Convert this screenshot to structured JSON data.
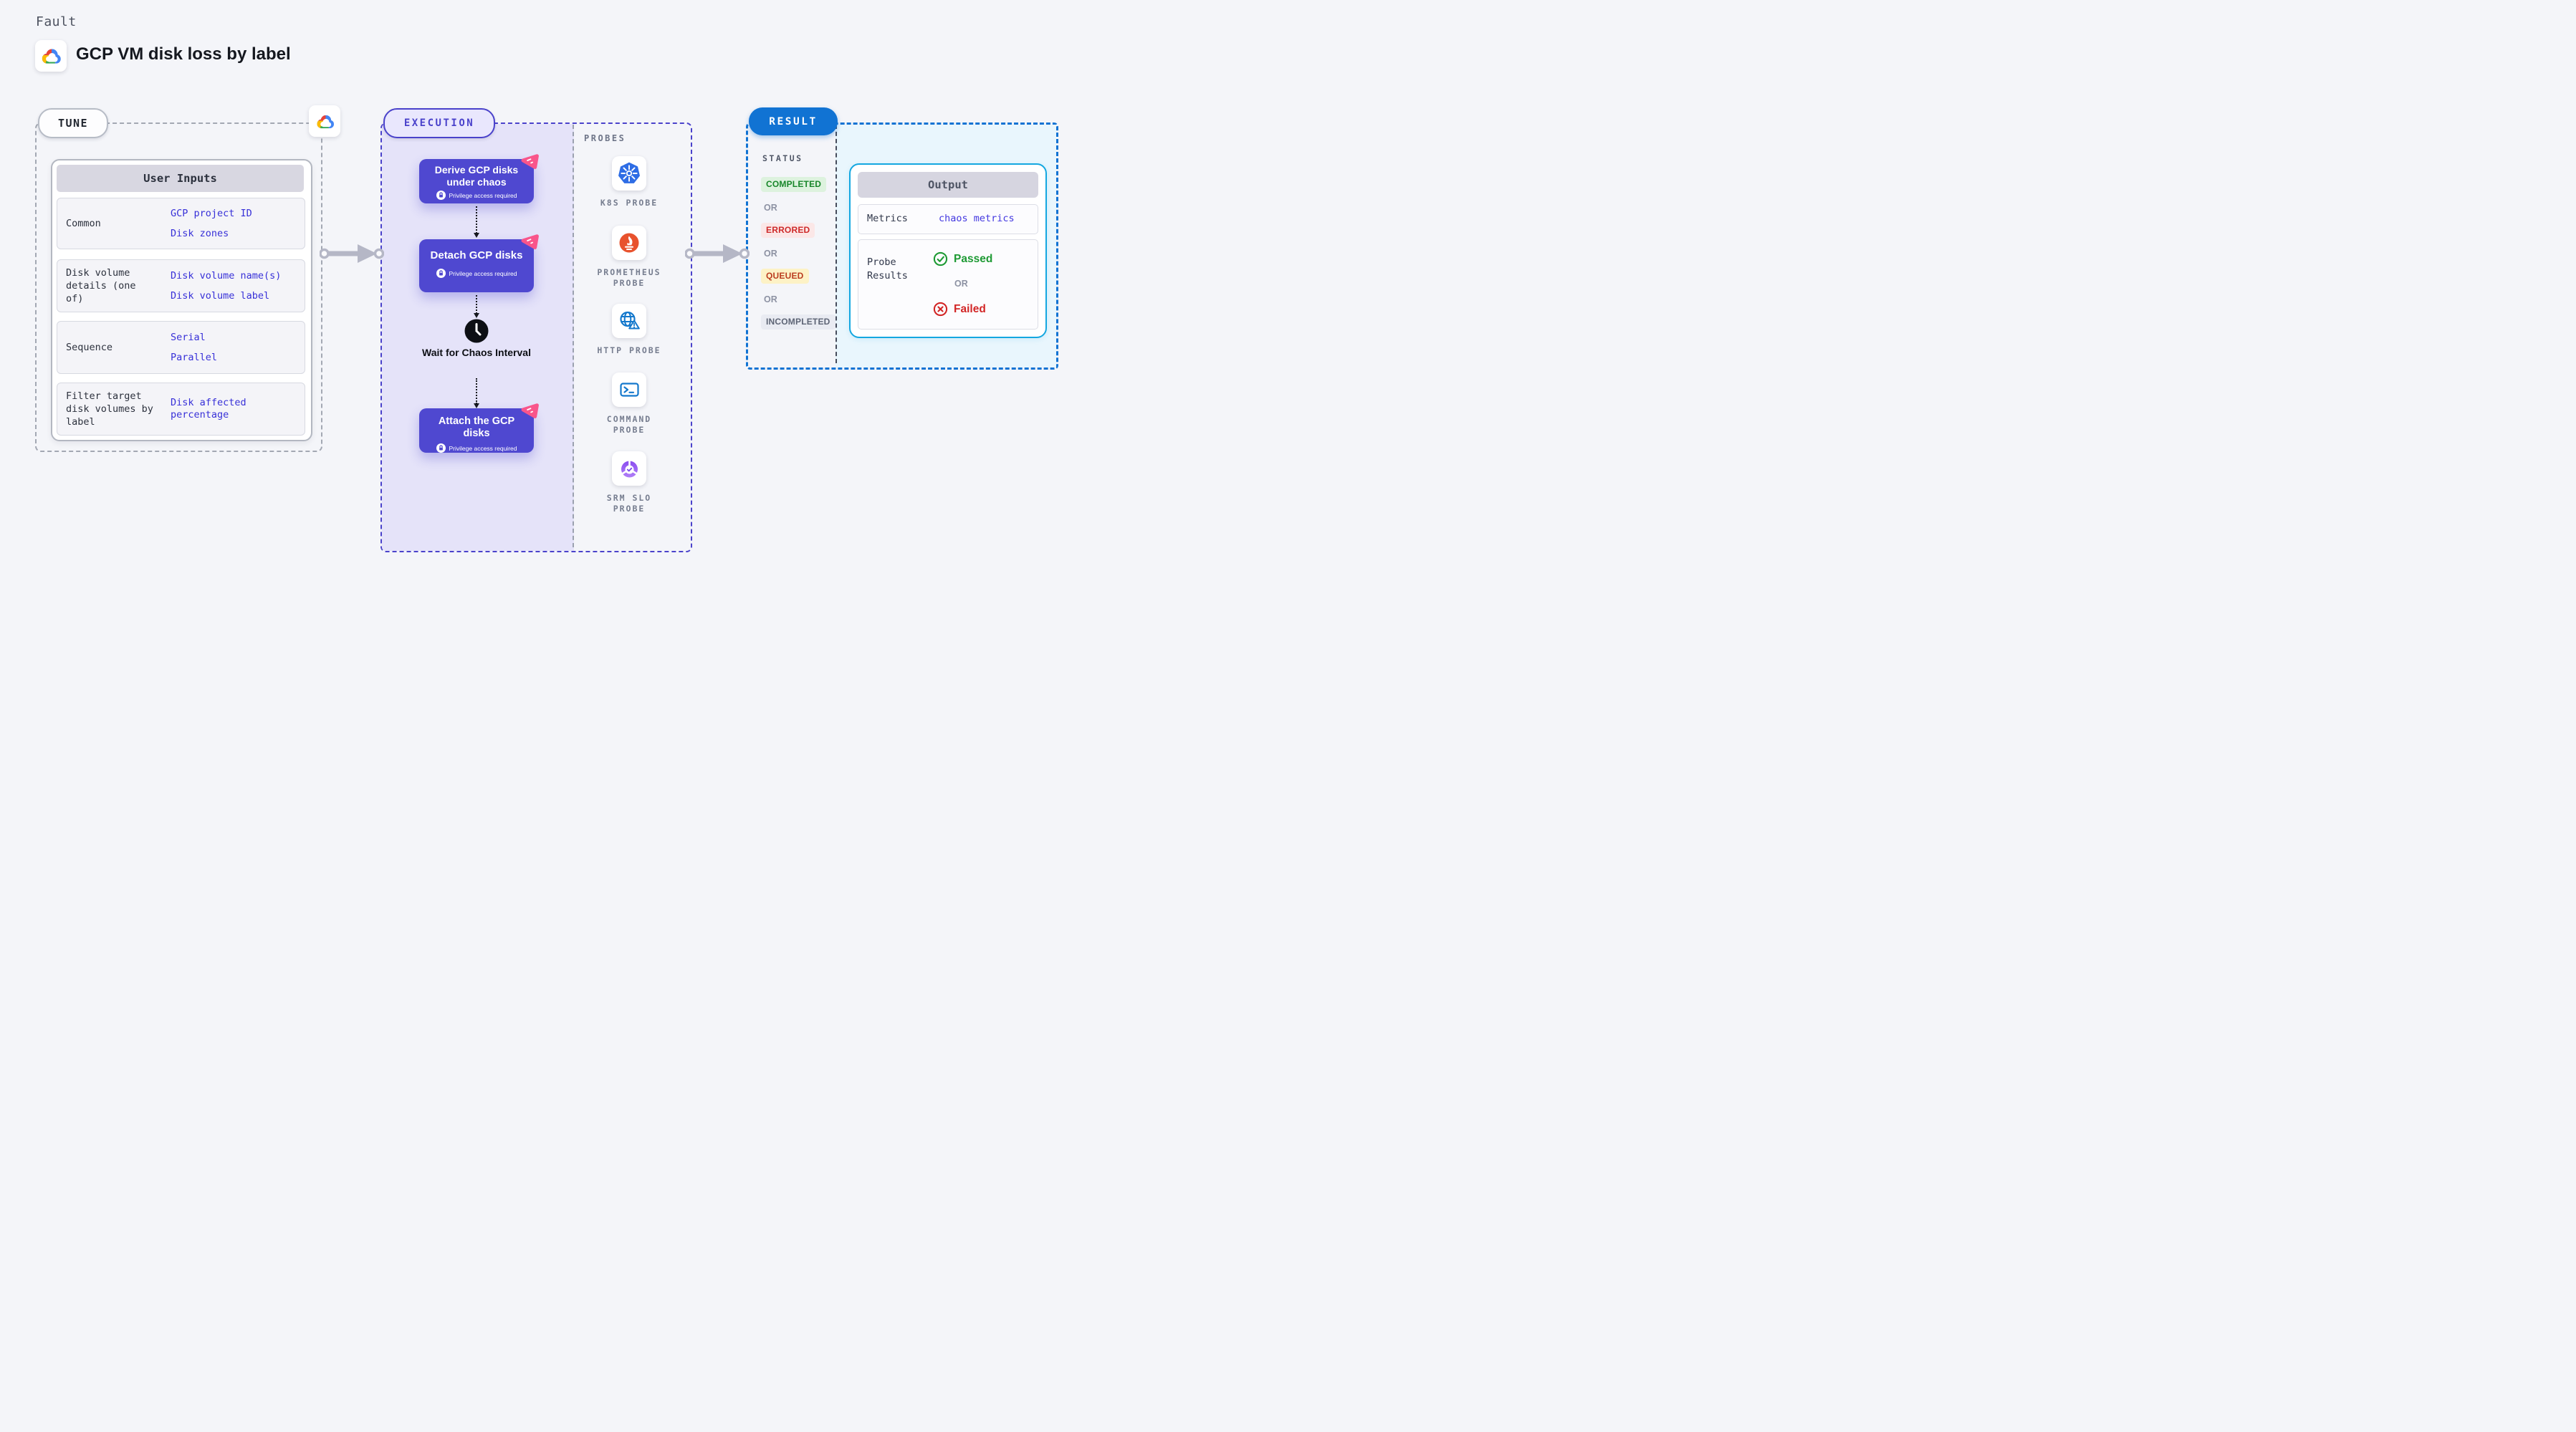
{
  "header": {
    "kind": "Fault",
    "title": "GCP VM disk loss by label",
    "logo": "gcp-cloud-logo"
  },
  "tune": {
    "badge": "TUNE",
    "connector_icon": "gcp-cloud-logo",
    "table": {
      "header": "User Inputs",
      "rows": [
        {
          "label": "Common",
          "links": [
            "GCP project ID",
            "Disk zones"
          ]
        },
        {
          "label": "Disk volume details (one of)",
          "links": [
            "Disk volume name(s)",
            "Disk volume label"
          ]
        },
        {
          "label": "Sequence",
          "links": [
            "Serial",
            "Parallel"
          ]
        },
        {
          "label": "Filter target disk volumes by label",
          "links": [
            "Disk affected percentage"
          ]
        }
      ]
    }
  },
  "execution": {
    "badge": "EXECUTION",
    "steps": [
      {
        "title": "Derive GCP disks under chaos",
        "note": "Privilege access required"
      },
      {
        "title": "Detach GCP disks",
        "note": "Privilege access required"
      },
      {
        "title": "Wait for Chaos Interval"
      },
      {
        "title": "Attach the GCP disks",
        "note": "Privilege access required"
      }
    ]
  },
  "probes": {
    "heading": "PROBES",
    "items": [
      {
        "label": "K8S PROBE",
        "icon": "kubernetes-icon"
      },
      {
        "label": "PROMETHEUS PROBE",
        "icon": "prometheus-icon"
      },
      {
        "label": "HTTP PROBE",
        "icon": "http-globe-icon"
      },
      {
        "label": "COMMAND PROBE",
        "icon": "terminal-icon"
      },
      {
        "label": "SRM SLO PROBE",
        "icon": "slo-donut-icon"
      }
    ]
  },
  "result": {
    "badge": "RESULT",
    "status": {
      "heading": "STATUS",
      "separator": "OR",
      "values": [
        {
          "label": "COMPLETED",
          "bg": "#ddf2de",
          "color": "#18862a"
        },
        {
          "label": "ERRORED",
          "bg": "#fbe7e7",
          "color": "#ce2929"
        },
        {
          "label": "QUEUED",
          "bg": "#fdf2c6",
          "color": "#bb3d20"
        },
        {
          "label": "INCOMPLETED",
          "bg": "#e9ebf2",
          "color": "#5d6475"
        }
      ]
    },
    "output": {
      "header": "Output",
      "rows": {
        "metrics_label": "Metrics",
        "metrics_value": "chaos metrics",
        "probe_label": "Probe Results",
        "passed": "Passed",
        "separator": "OR",
        "failed": "Failed"
      }
    }
  },
  "colors": {
    "accent_purple": "#4f48d0",
    "execution_fill": "#e5e3f9",
    "execution_border": "#4a42cb",
    "tune_border": "#a3a8b3",
    "result_border": "#1173d3",
    "result_fill": "#e9f6fd",
    "output_border": "#14a7e0",
    "link_blue": "#3730d8",
    "decor_pink": "#f9558b",
    "passed_green": "#1e9a34",
    "failed_red": "#d22626"
  }
}
